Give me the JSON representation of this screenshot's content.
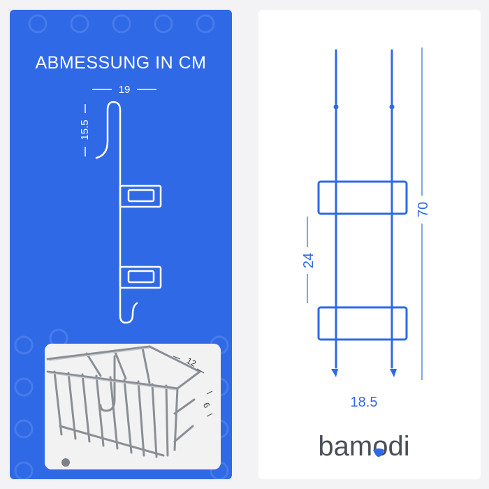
{
  "left_panel": {
    "title": "ABMESSUNG IN CM",
    "dim_width": "19",
    "dim_hook": "15.5",
    "photo_dim_length": "12",
    "photo_dim_height": "6"
  },
  "right_panel": {
    "dim_height_total": "70",
    "dim_basket_gap": "24",
    "dim_width": "18.5",
    "brand": {
      "prefix": "bam",
      "o": "o",
      "suffix": "di"
    }
  },
  "colors": {
    "brand_blue": "#2f69e6",
    "logo_gray": "#4a4f57",
    "white": "#ffffff"
  }
}
